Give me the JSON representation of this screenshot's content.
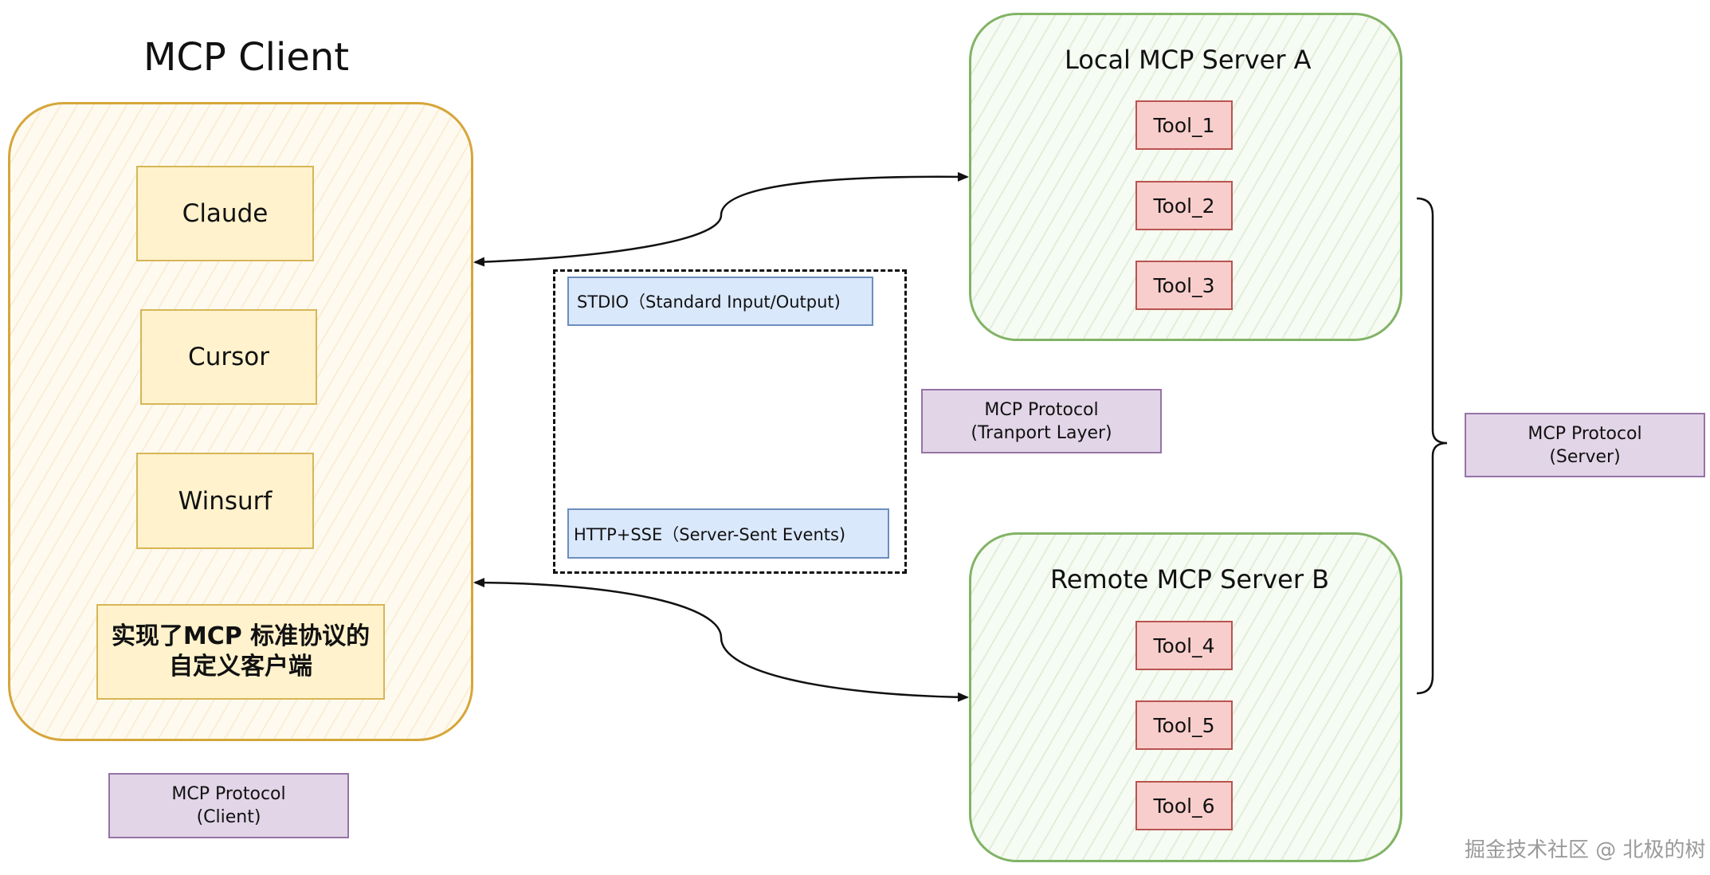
{
  "client": {
    "title": "MCP Client",
    "apps": [
      "Claude",
      "Cursor",
      "Winsurf"
    ],
    "custom_line1": "实现了MCP 标准协议的",
    "custom_line2": "自定义客户端",
    "protocol_line1": "MCP Protocol",
    "protocol_line2": "(Client)"
  },
  "transport": {
    "stdio": "STDIO（Standard Input/Output)",
    "http_sse": "HTTP+SSE（Server-Sent Events)",
    "protocol_line1": "MCP Protocol",
    "protocol_line2": "(Tranport Layer)"
  },
  "server_a": {
    "title": "Local MCP Server A",
    "tools": [
      "Tool_1",
      "Tool_2",
      "Tool_3"
    ]
  },
  "server_b": {
    "title": "Remote MCP Server B",
    "tools": [
      "Tool_4",
      "Tool_5",
      "Tool_6"
    ]
  },
  "server_protocol": {
    "line1": "MCP Protocol",
    "line2": "(Server)"
  },
  "watermark": "掘金技术社区 @ 北极的树",
  "colors": {
    "client_stroke": "#d6a63a",
    "app_fill": "#fff2cc",
    "app_stroke": "#d6b656",
    "server_stroke": "#82b366",
    "tool_fill": "#f8cecc",
    "tool_stroke": "#b85450",
    "transport_fill": "#dae8fc",
    "transport_stroke": "#6c8ebf",
    "protocol_fill": "#e1d5e7",
    "protocol_stroke": "#9673a6"
  }
}
